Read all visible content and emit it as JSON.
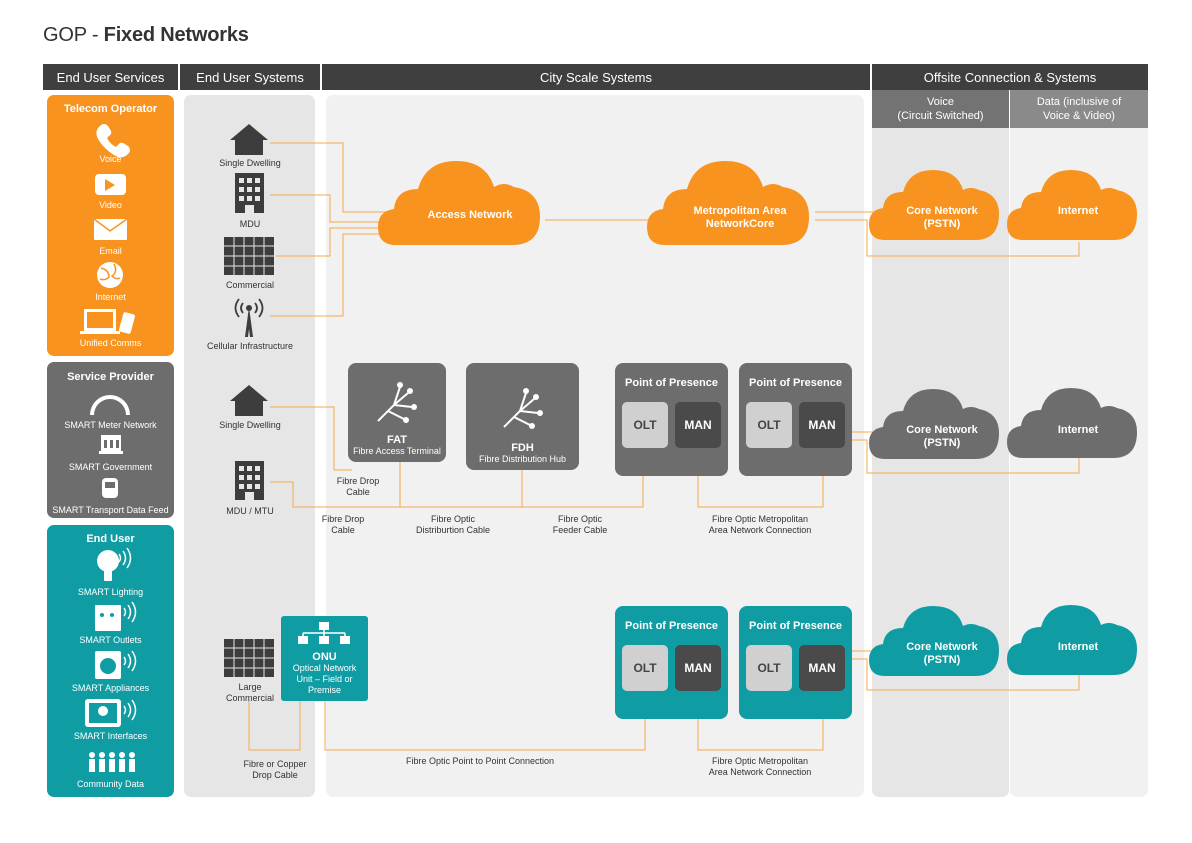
{
  "title": {
    "prefix": "GOP - ",
    "main": "Fixed Networks"
  },
  "headers": {
    "end_user_services": "End User Services",
    "end_user_systems": "End User Systems",
    "city_scale": "City Scale Systems",
    "offsite": "Offsite Connection & Systems",
    "voice_l1": "Voice",
    "voice_l2": "(Circuit Switched)",
    "data_l1": "Data (inclusive of",
    "data_l2": "Voice & Video)"
  },
  "colors": {
    "orange": "#f7931e",
    "grey": "#6d6d6d",
    "teal": "#0f9ca3",
    "line": "#f7a94a"
  },
  "services": {
    "telecom": {
      "title": "Telecom Operator",
      "items": [
        "Voice",
        "Video",
        "Email",
        "Internet",
        "Unified Comms"
      ]
    },
    "provider": {
      "title": "Service Provider",
      "items": [
        "SMART Meter Network",
        "SMART Government",
        "SMART Transport Data Feed"
      ]
    },
    "enduser": {
      "title": "End User",
      "items": [
        "SMART Lighting",
        "SMART Outlets",
        "SMART Appliances",
        "SMART Interfaces",
        "Community Data"
      ]
    }
  },
  "systems": {
    "row1": [
      "Single Dwelling",
      "MDU",
      "Commercial",
      "Cellular Infrastructure"
    ],
    "row2": [
      "Single Dwelling",
      "MDU / MTU"
    ],
    "row3_l1": "Large",
    "row3_l2": "Commercial"
  },
  "row1": {
    "access": "Access Network",
    "metro_l1": "Metropolitan Area",
    "metro_l2": "NetworkCore",
    "core_l1": "Core Network",
    "core_l2": "(PSTN)",
    "internet": "Internet"
  },
  "row2": {
    "fat_title": "FAT",
    "fat_sub": "Fibre Access Terminal",
    "fdh_title": "FDH",
    "fdh_sub": "Fibre Distribution Hub",
    "pop": "Point of Presence",
    "olt": "OLT",
    "man": "MAN",
    "core_l1": "Core Network",
    "core_l2": "(PSTN)",
    "internet": "Internet",
    "drop1_l1": "Fibre Drop",
    "drop1_l2": "Cable",
    "drop2_l1": "Fibre Drop",
    "drop2_l2": "Cable",
    "dist_l1": "Fibre Optic",
    "dist_l2": "Distriburtion Cable",
    "feeder_l1": "Fibre Optic",
    "feeder_l2": "Feeder Cable",
    "metro_l1": "Fibre Optic Metropolitan",
    "metro_l2": "Area Network Connection"
  },
  "row3": {
    "onu_title": "ONU",
    "onu_l1": "Optical Network",
    "onu_l2": "Unit – Field or",
    "onu_l3": "Premise",
    "pop": "Point of Presence",
    "olt": "OLT",
    "man": "MAN",
    "core_l1": "Core Network",
    "core_l2": "(PSTN)",
    "internet": "Internet",
    "copper_l1": "Fibre or Copper",
    "copper_l2": "Drop Cable",
    "p2p": "Fibre Optic Point to Point Connection",
    "metro_l1": "Fibre Optic Metropolitan",
    "metro_l2": "Area Network Connection"
  }
}
